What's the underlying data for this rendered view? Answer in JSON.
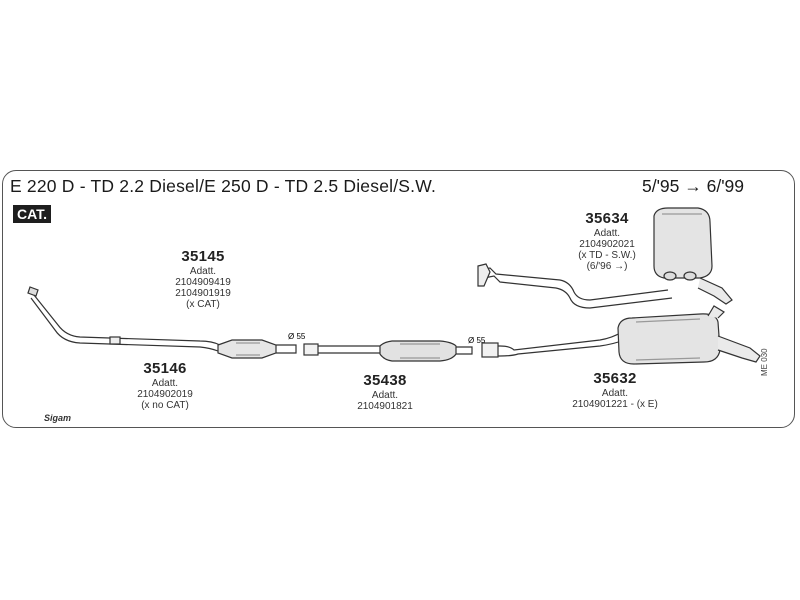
{
  "title": "E 220 D - TD 2.2 Diesel/E 250 D - TD 2.5 Diesel/S.W.",
  "date_range": "5/'95 → 6/'99",
  "cat_badge": "CAT.",
  "brand": "Sigam",
  "ref_code": "ME 030",
  "diameters": {
    "front": "Ø 55",
    "rear": "Ø 55"
  },
  "parts": {
    "p35145": {
      "number": "35145",
      "lines": [
        "Adatt.",
        "2104909419",
        "2104901919",
        "(x CAT)"
      ]
    },
    "p35146": {
      "number": "35146",
      "lines": [
        "Adatt.",
        "2104902019",
        "(x no CAT)"
      ]
    },
    "p35438": {
      "number": "35438",
      "lines": [
        "Adatt.",
        "2104901821"
      ]
    },
    "p35634": {
      "number": "35634",
      "lines": [
        "Adatt.",
        "2104902021",
        "(x TD - S.W.)",
        "(6/'96 →)"
      ]
    },
    "p35632": {
      "number": "35632",
      "lines": [
        "Adatt.",
        "2104901221 - (x E)"
      ]
    }
  }
}
